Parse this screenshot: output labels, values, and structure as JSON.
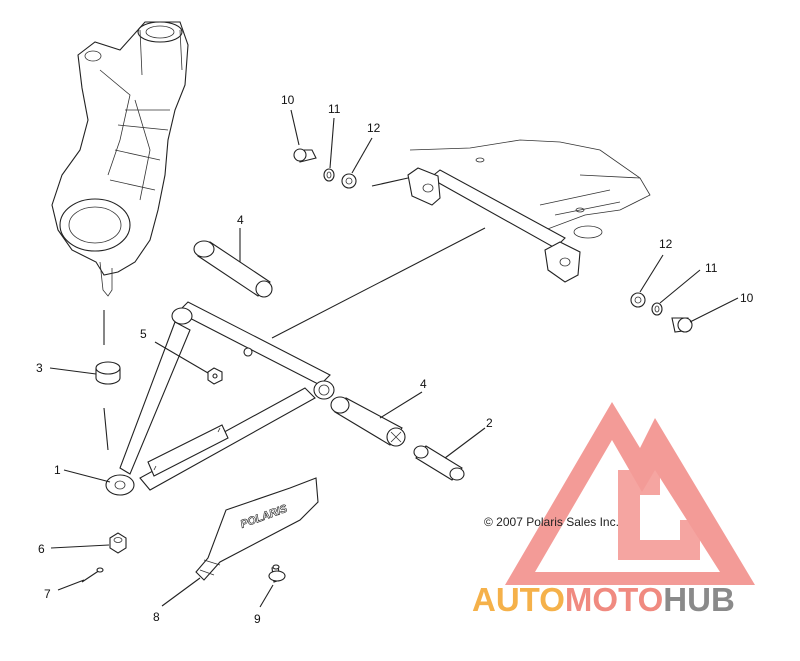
{
  "callouts": {
    "c1": "1",
    "c2": "2",
    "c3": "3",
    "c4a": "4",
    "c4b": "4",
    "c5": "5",
    "c6": "6",
    "c7": "7",
    "c8": "8",
    "c9": "9",
    "c10a": "10",
    "c10b": "10",
    "c11a": "11",
    "c11b": "11",
    "c12a": "12",
    "c12b": "12"
  },
  "copyright": "© 2007 Polaris Sales Inc.",
  "guard_logo": "POLARIS",
  "watermark": {
    "part1": "AUTO",
    "part2": "MOTO",
    "part3": "HUB",
    "color_auto": "#f5b14a",
    "color_moto": "#f08a80",
    "color_hub": "#8a8a8a",
    "logo_color": "#f28a85"
  }
}
